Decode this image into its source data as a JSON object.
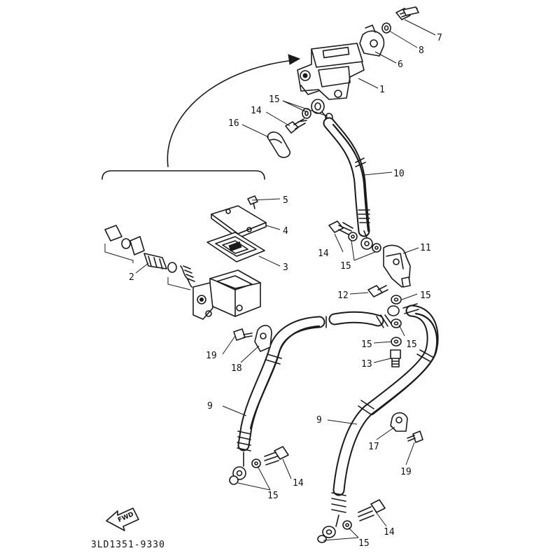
{
  "diagram": {
    "callouts": {
      "p1": "1",
      "p2": "2",
      "p3": "3",
      "p4": "4",
      "p5": "5",
      "p6": "6",
      "p7": "7",
      "p8": "8",
      "p9a": "9",
      "p9b": "9",
      "p10": "10",
      "p11": "11",
      "p12": "12",
      "p13": "13",
      "p14a": "14",
      "p14b": "14",
      "p14c": "14",
      "p14d": "14",
      "p15a": "15",
      "p15b": "15",
      "p15c": "15",
      "p15d": "15",
      "p15e": "15",
      "p15f": "15",
      "p15g": "15",
      "p16": "16",
      "p17": "17",
      "p18": "18",
      "p19a": "19",
      "p19b": "19"
    },
    "fwd_label": "FWD",
    "diagram_code": "3LD1351-9330"
  }
}
